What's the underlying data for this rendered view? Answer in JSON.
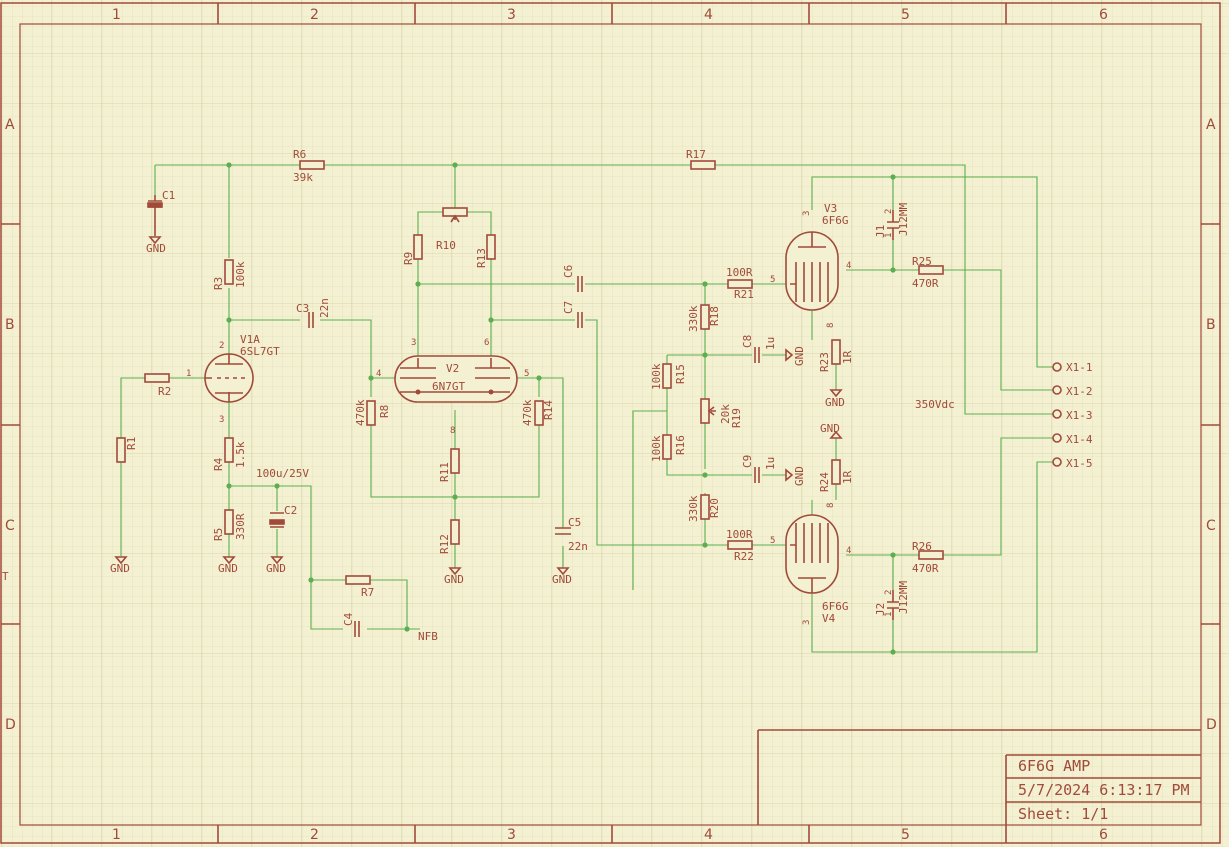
{
  "frame": {
    "columns": [
      "1",
      "2",
      "3",
      "4",
      "5",
      "6"
    ],
    "rows": [
      "A",
      "B",
      "C",
      "D"
    ],
    "edge_fragment": "T"
  },
  "title_block": {
    "title": "6F6G AMP",
    "date": "5/7/2024 6:13:17 PM",
    "sheet": "Sheet: 1/1"
  },
  "parts": {
    "C1": "C1",
    "C2": "C2",
    "C2_value": "100u/25V",
    "C3": "C3",
    "C3_value": "22n",
    "C4": "C4",
    "C5": "C5",
    "C5_value": "22n",
    "C6": "C6",
    "C7": "C7",
    "C8": "C8",
    "C8_value": "1u",
    "C9": "C9",
    "C9_value": "1u",
    "R1": "R1",
    "R2": "R2",
    "R3": "R3",
    "R3_value": "100k",
    "R4": "R4",
    "R4_value": "1.5k",
    "R5": "R5",
    "R5_value": "330R",
    "R6": "R6",
    "R6_value": "39k",
    "R7": "R7",
    "R8": "R8",
    "R8_value": "470k",
    "R9": "R9",
    "R10": "R10",
    "R11": "R11",
    "R12": "R12",
    "R13": "R13",
    "R14": "R14",
    "R14_value": "470k",
    "R15": "R15",
    "R15_value": "100k",
    "R16": "R16",
    "R16_value": "100k",
    "R17": "R17",
    "R18": "R18",
    "R18_value": "330k",
    "R19": "R19",
    "R19_value": "20k",
    "R20": "R20",
    "R20_value": "330k",
    "R21": "R21",
    "R21_value": "100R",
    "R22": "R22",
    "R22_value": "100R",
    "R23": "R23",
    "R23_value": "1R",
    "R24": "R24",
    "R24_value": "1R",
    "R25": "R25",
    "R25_value": "470R",
    "R26": "R26",
    "R26_value": "470R",
    "V1A": "V1A",
    "V1A_value": "6SL7GT",
    "V2": "V2",
    "V2_value": "6N7GT",
    "V3": "V3",
    "V3_value": "6F6G",
    "V4": "V4",
    "V4_value": "6F6G",
    "J1": "J1",
    "J1_value": "J12MM",
    "J2": "J2",
    "J2_value": "J12MM"
  },
  "connector": [
    "X1-1",
    "X1-2",
    "X1-3",
    "X1-4",
    "X1-5"
  ],
  "nets": {
    "gnd": "GND",
    "nfb": "NFB",
    "hv": "350Vdc"
  },
  "pins": {
    "v1_2": "2",
    "v1_1": "1",
    "v1_3": "3",
    "v2_3": "3",
    "v2_6": "6",
    "v2_4": "4",
    "v2_5": "5",
    "v2_8": "8",
    "v3_3": "3",
    "v3_5": "5",
    "v3_4": "4",
    "v3_8": "8",
    "v4_3": "3",
    "v4_5": "5",
    "v4_4": "4",
    "v4_8": "8",
    "j_1": "1",
    "j_2": "2"
  }
}
